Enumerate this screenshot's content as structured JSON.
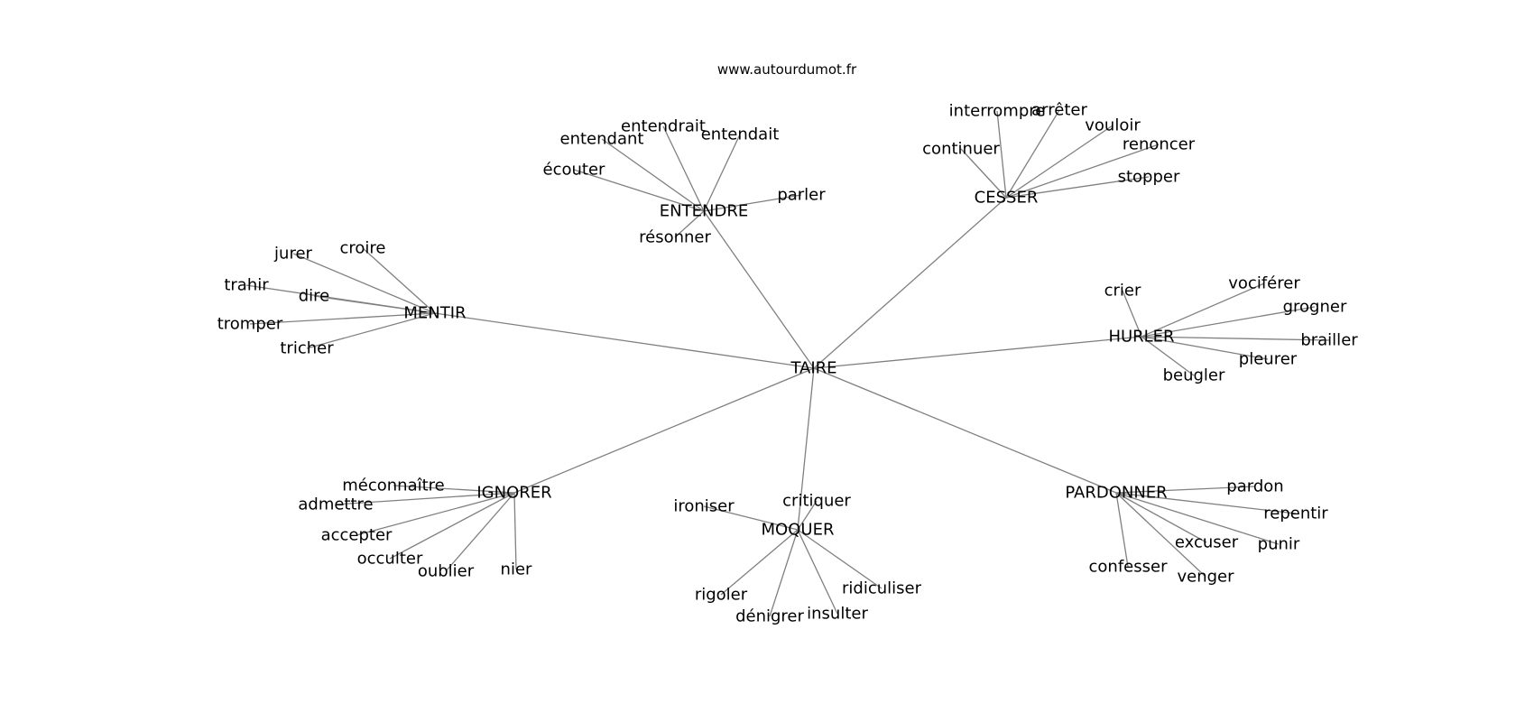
{
  "website": "www.autourdumot.fr",
  "root": {
    "id": "TAIRE",
    "label": "TAIRE"
  },
  "clusters": [
    {
      "hub": "ENTENDRE",
      "words": [
        "écouter",
        "entendant",
        "entendrait",
        "entendait",
        "parler",
        "résonner"
      ]
    },
    {
      "hub": "CESSER",
      "words": [
        "continuer",
        "interrompre",
        "arrêter",
        "vouloir",
        "renoncer",
        "stopper"
      ]
    },
    {
      "hub": "MENTIR",
      "words": [
        "croire",
        "jurer",
        "trahir",
        "dire",
        "tromper",
        "tricher"
      ]
    },
    {
      "hub": "HURLER",
      "words": [
        "crier",
        "vociférer",
        "grogner",
        "brailler",
        "pleurer",
        "beugler"
      ]
    },
    {
      "hub": "IGNORER",
      "words": [
        "méconnaître",
        "admettre",
        "accepter",
        "occulter",
        "oublier",
        "nier"
      ]
    },
    {
      "hub": "MOQUER",
      "words": [
        "ironiser",
        "critiquer",
        "rigoler",
        "dénigrer",
        "insulter",
        "ridiculiser"
      ]
    },
    {
      "hub": "PARDONNER",
      "words": [
        "pardon",
        "repentir",
        "excuser",
        "punir",
        "confesser",
        "venger"
      ]
    }
  ]
}
